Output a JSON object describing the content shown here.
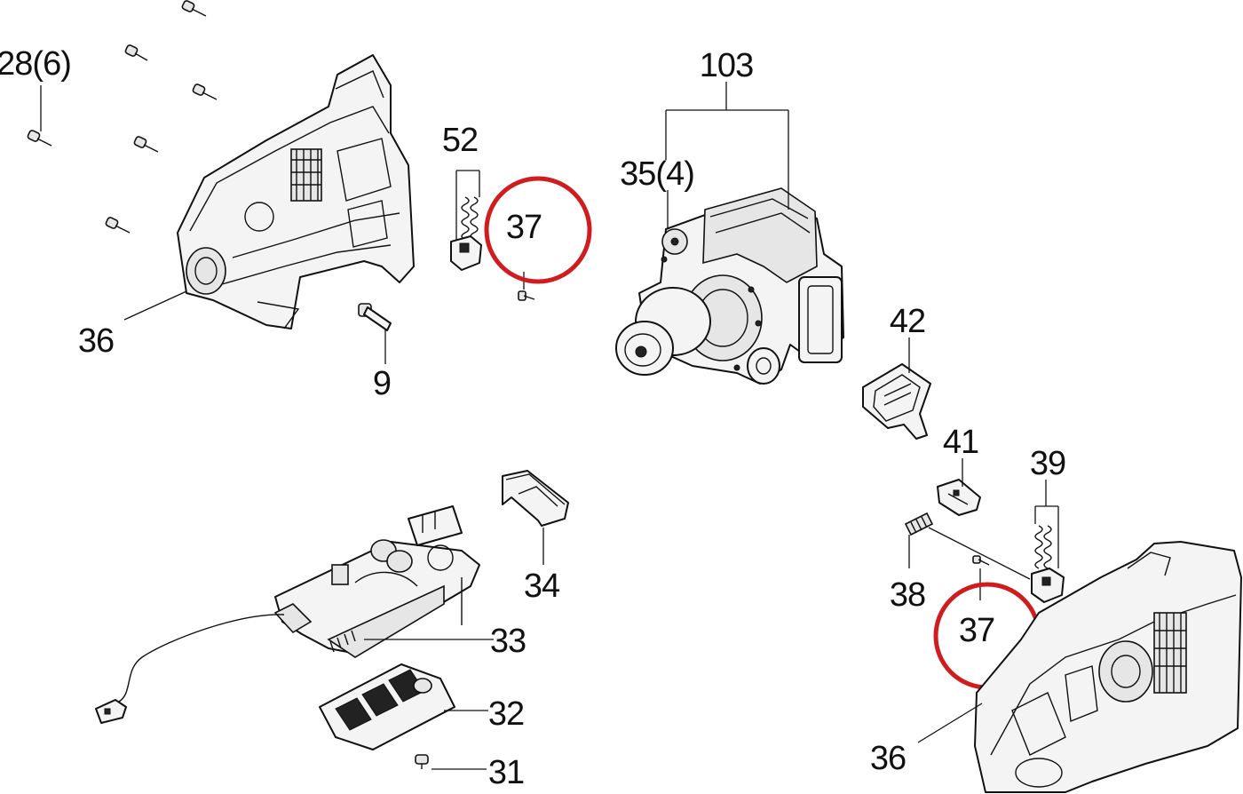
{
  "callouts": {
    "c28": "28(6)",
    "c36a": "36",
    "c9": "9",
    "c52": "52",
    "c37a": "37",
    "c103": "103",
    "c35": "35(4)",
    "c42": "42",
    "c41": "41",
    "c39": "39",
    "c38": "38",
    "c37b": "37",
    "c36b": "36",
    "c34": "34",
    "c33": "33",
    "c32": "32",
    "c31": "31"
  },
  "colors": {
    "highlight": "#d01c1f",
    "line": "#111111",
    "background": "#ffffff"
  }
}
